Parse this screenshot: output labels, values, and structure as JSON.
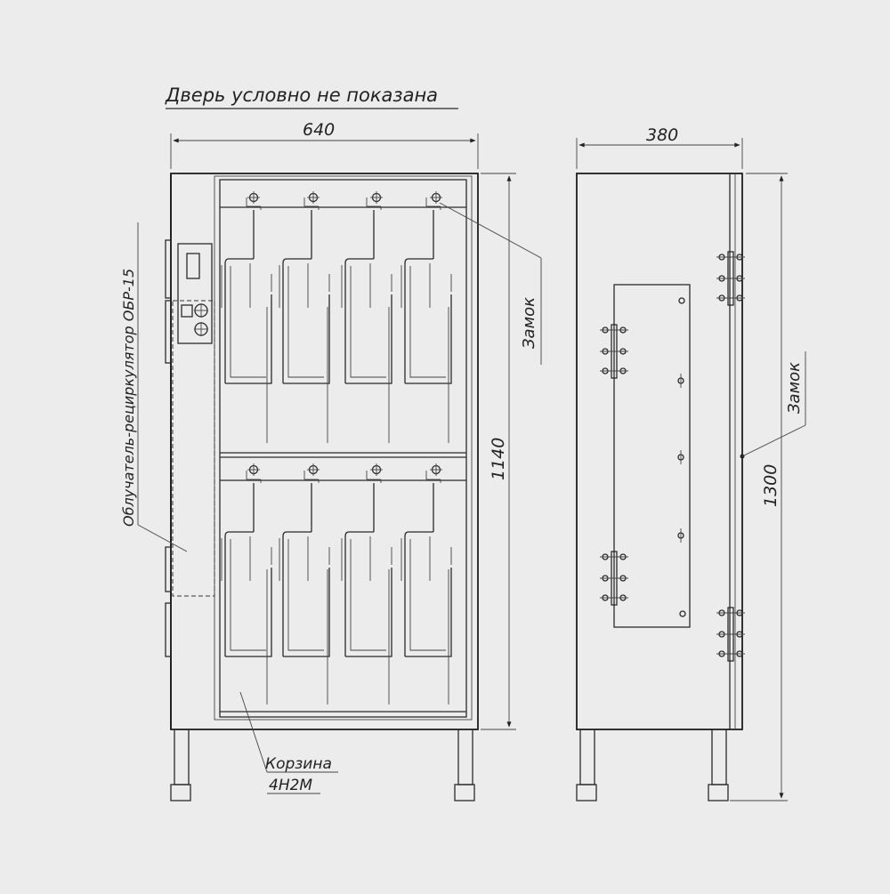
{
  "title": "Дверь условно не показана",
  "front_view": {
    "width_dim": "640",
    "height_dim": "1140",
    "lock_label": "Замок",
    "irradiator_label": "Облучатель-рециркулятор ОБР-15",
    "basket_label": "Корзина",
    "basket_code": "4Н2М"
  },
  "side_view": {
    "depth_dim": "380",
    "height_dim": "1300",
    "lock_label": "Замок"
  },
  "colors": {
    "background": "#ececec",
    "line": "#2a2a2a"
  }
}
